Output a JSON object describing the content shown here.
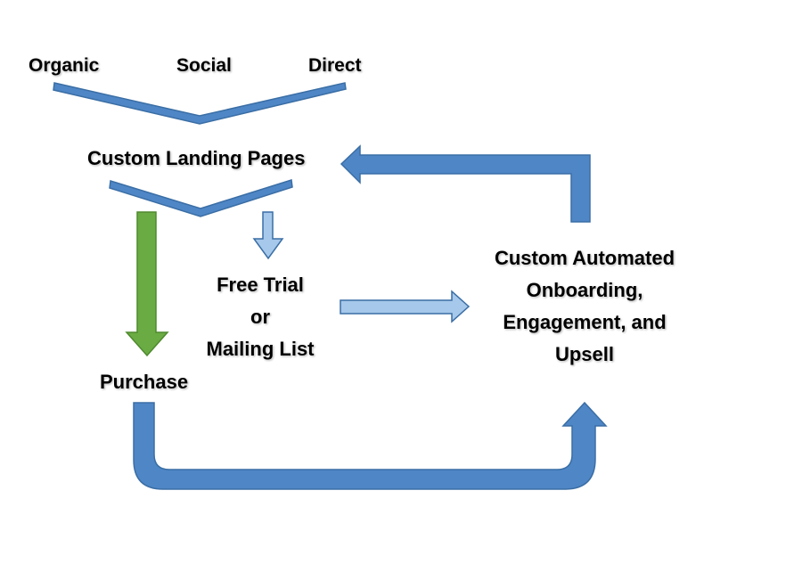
{
  "sources": {
    "organic": "Organic",
    "social": "Social",
    "direct": "Direct"
  },
  "landing": {
    "label": "Custom Landing Pages"
  },
  "trial": {
    "lines": [
      "Free Trial",
      "or",
      "Mailing List"
    ]
  },
  "purchase": {
    "label": "Purchase"
  },
  "onboarding": {
    "lines": [
      "Custom Automated",
      "Onboarding,",
      "Engagement, and",
      "Upsell"
    ]
  },
  "colors": {
    "blue": "#4f86c6",
    "blue_stroke": "#3a6ea5",
    "light_blue": "#a6c8ea",
    "green": "#6aab43",
    "green_stroke": "#4f8a2e"
  }
}
